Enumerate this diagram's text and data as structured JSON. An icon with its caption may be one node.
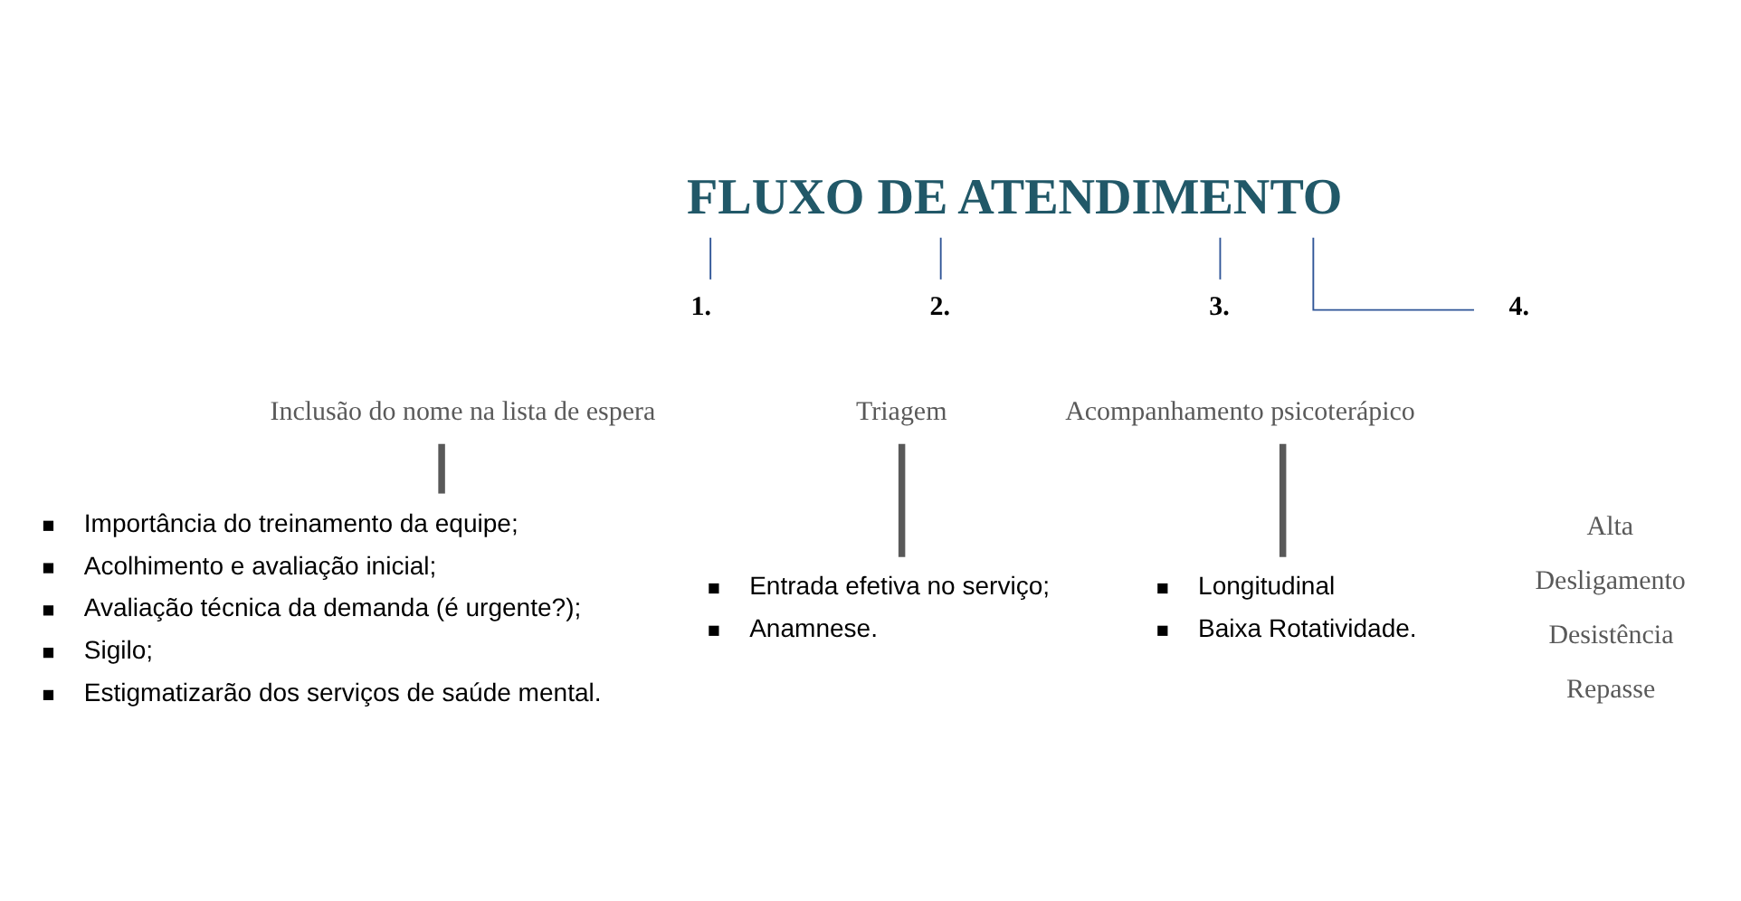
{
  "diagram": {
    "nodes": [
      {
        "text": [
          "FLUXO DE ATENDIMENTO"
        ]
      },
      {
        "text": [
          "1."
        ]
      },
      {
        "text": [
          "2."
        ]
      },
      {
        "text": [
          "3."
        ]
      },
      {
        "text": [
          "4."
        ]
      },
      {
        "text": [
          "Inclusão do nome na lista de espera"
        ]
      },
      {
        "text": [
          "Importância do treinamento da equipe;",
          "Acolhimento e avaliação inicial;",
          "Avaliação técnica da demanda (é urgente?);",
          "Sigilo;",
          "Estigmatizarão dos serviços de saúde mental."
        ]
      },
      {
        "text": [
          "Triagem"
        ]
      },
      {
        "text": [
          "Entrada efetiva no serviço;",
          "Anamnese."
        ]
      },
      {
        "text": [
          "Acompanhamento psicoterápico"
        ]
      },
      {
        "text": [
          "Longitudinal",
          "Baixa Rotatividade."
        ]
      }
    ],
    "edges": [
      {
        "from": 0,
        "to": 1,
        "arrow": "none"
      },
      {
        "from": 0,
        "to": 2,
        "arrow": "none"
      },
      {
        "from": 0,
        "to": 3,
        "arrow": "none"
      },
      {
        "from": 0,
        "to": 4,
        "arrow": "none"
      },
      {
        "from": 5,
        "to": 6,
        "arrow": "none",
        "style": "thick",
        "color": "#595959"
      },
      {
        "from": 7,
        "to": 8,
        "arrow": "none",
        "style": "thick",
        "color": "#595959"
      },
      {
        "from": 9,
        "to": 10,
        "arrow": "none",
        "style": "thick",
        "color": "#595959"
      }
    ],
    "labels": [
      "Alta",
      "Desligamento",
      "Desistência",
      "Repasse"
    ]
  }
}
